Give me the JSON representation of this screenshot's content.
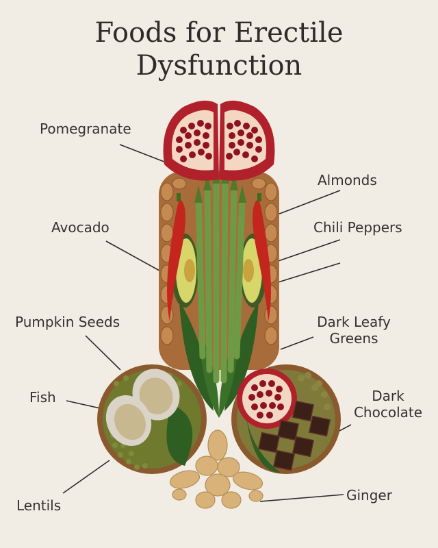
{
  "title": {
    "line1": "Foods for Erectile",
    "line2": "Dysfunction"
  },
  "labels": {
    "pomegranate": "Pomegranate",
    "almonds": "Almonds",
    "avocado": "Avocado",
    "chili_peppers": "Chili Peppers",
    "pumpkin_seeds": "Pumpkin Seeds",
    "dark_leafy_greens_line1": "Dark Leafy",
    "dark_leafy_greens_line2": "Greens",
    "fish": "Fish",
    "dark_chocolate_line1": "Dark",
    "dark_chocolate_line2": "Chocolate",
    "lentils": "Lentils",
    "ginger": "Ginger"
  },
  "colors": {
    "background": "#f2ede4",
    "pomegranate": "#b0212b",
    "almond": "#b87a45",
    "asparagus": "#6f9a45",
    "avocado": "#c9cf5a",
    "chili": "#c2261d",
    "greens": "#2f5e22",
    "chocolate": "#3b2018",
    "bowl": "#8a5a2e",
    "ginger": "#d9b27a",
    "lentils": "#6f7a2f"
  }
}
